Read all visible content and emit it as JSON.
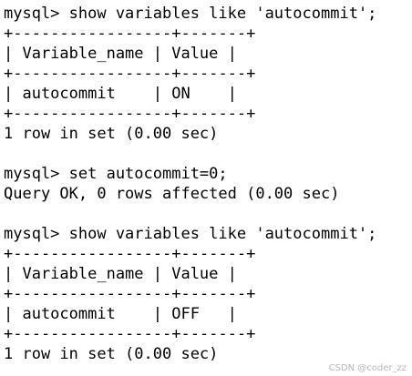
{
  "session": {
    "block1": {
      "command": "mysql> show variables like 'autocommit';",
      "border": "+-----------------+-------+",
      "header": "| Variable_name | Value |",
      "row": "| autocommit    | ON    |",
      "result": "1 row in set (0.00 sec)"
    },
    "block2": {
      "command": "mysql> set autocommit=0;",
      "result": "Query OK, 0 rows affected (0.00 sec)"
    },
    "block3": {
      "command": "mysql> show variables like 'autocommit';",
      "border": "+-----------------+-------+",
      "header": "| Variable_name | Value |",
      "row": "| autocommit    | OFF   |",
      "result": "1 row in set (0.00 sec)"
    }
  },
  "watermark": "CSDN @coder_zz"
}
